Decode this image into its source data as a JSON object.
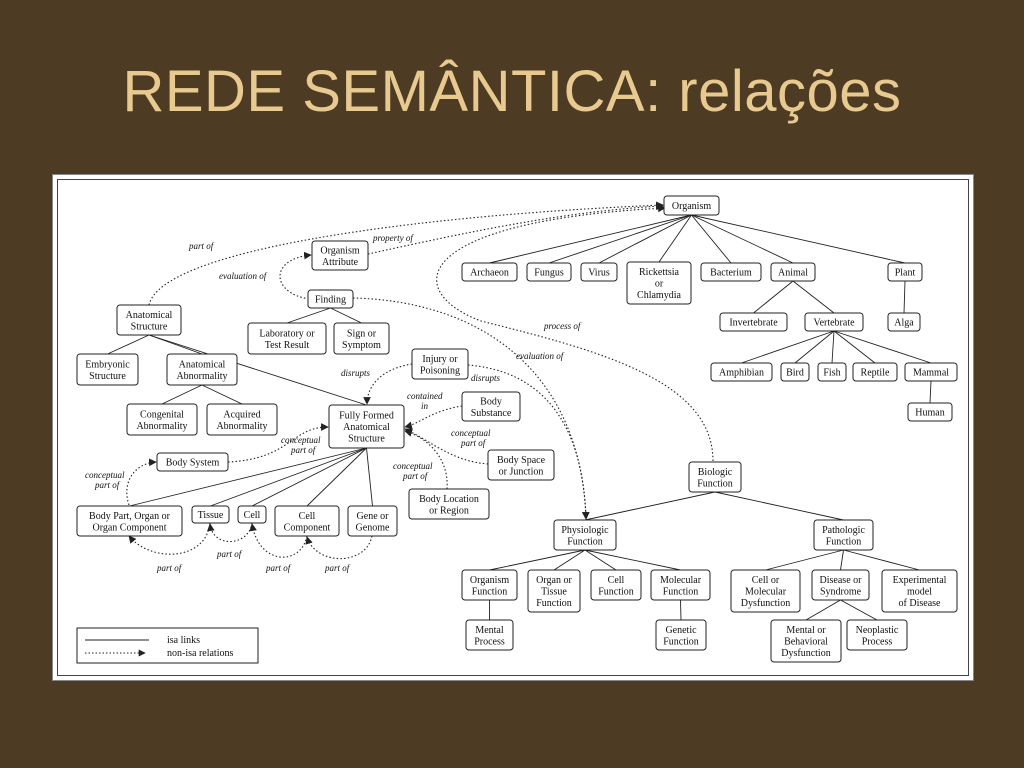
{
  "title": "REDE SEMÂNTICA: relações",
  "nodes": {
    "organism": [
      "Organism"
    ],
    "archaeon": [
      "Archaeon"
    ],
    "fungus": [
      "Fungus"
    ],
    "virus": [
      "Virus"
    ],
    "rickettsia": [
      "Rickettsia",
      "or",
      "Chlamydia"
    ],
    "bacterium": [
      "Bacterium"
    ],
    "animal": [
      "Animal"
    ],
    "plant": [
      "Plant"
    ],
    "invertebrate": [
      "Invertebrate"
    ],
    "vertebrate": [
      "Vertebrate"
    ],
    "alga": [
      "Alga"
    ],
    "amphibian": [
      "Amphibian"
    ],
    "bird": [
      "Bird"
    ],
    "fish": [
      "Fish"
    ],
    "reptile": [
      "Reptile"
    ],
    "mammal": [
      "Mammal"
    ],
    "human": [
      "Human"
    ],
    "organism-attribute": [
      "Organism",
      "Attribute"
    ],
    "finding": [
      "Finding"
    ],
    "lab-result": [
      "Laboratory  or",
      "Test Result"
    ],
    "sign-symptom": [
      "Sign or",
      "Symptom"
    ],
    "anatomical-structure": [
      "Anatomical",
      "Structure"
    ],
    "embryonic-structure": [
      "Embryonic",
      "Structure"
    ],
    "anatomical-abnormality": [
      "Anatomical",
      "Abnormality"
    ],
    "congenital-abnormality": [
      "Congenital",
      "Abnormality"
    ],
    "acquired-abnormality": [
      "Acquired",
      "Abnormality"
    ],
    "fully-formed": [
      "Fully Formed",
      "Anatomical",
      "Structure"
    ],
    "injury-poisoning": [
      "Injury or",
      "Poisoning"
    ],
    "body-substance": [
      "Body",
      "Substance"
    ],
    "body-space": [
      "Body Space",
      "or Junction"
    ],
    "body-location": [
      "Body Location",
      "or Region"
    ],
    "body-system": [
      "Body System"
    ],
    "body-part": [
      "Body Part, Organ or",
      "Organ Component"
    ],
    "tissue": [
      "Tissue"
    ],
    "cell": [
      "Cell"
    ],
    "cell-component": [
      "Cell",
      "Component"
    ],
    "gene-genome": [
      "Gene or",
      "Genome"
    ],
    "biologic-function": [
      "Biologic",
      "Function"
    ],
    "physiologic-function": [
      "Physiologic",
      "Function"
    ],
    "pathologic-function": [
      "Pathologic",
      "Function"
    ],
    "organism-function": [
      "Organism",
      "Function"
    ],
    "organ-tissue-function": [
      "Organ or",
      "Tissue",
      "Function"
    ],
    "cell-function": [
      "Cell",
      "Function"
    ],
    "molecular-function": [
      "Molecular",
      "Function"
    ],
    "mental-process": [
      "Mental",
      "Process"
    ],
    "genetic-function": [
      "Genetic",
      "Function"
    ],
    "cell-molecular-dysfunction": [
      "Cell or",
      "Molecular",
      "Dysfunction"
    ],
    "disease-syndrome": [
      "Disease or",
      "Syndrome"
    ],
    "experimental-model": [
      "Experimental",
      "model",
      "of Disease"
    ],
    "mental-behavioral-dysfunction": [
      "Mental or",
      "Behavioral",
      "Dysfunction"
    ],
    "neoplastic-process": [
      "Neoplastic",
      "Process"
    ]
  },
  "relation_labels": {
    "part_of_top": "part of",
    "property_of": "property of",
    "evaluation_of_finding": "evaluation of",
    "process_of": "process of",
    "evaluation_of_bio": "evaluation of",
    "disrupts_left": "disrupts",
    "disrupts_right": "disrupts",
    "contained_in": "contained in",
    "conceptual_part_of_space": "conceptual part of",
    "conceptual_part_of_location": "conceptual part of",
    "conceptual_part_of_system": "conceptual part of",
    "conceptual_part_of_bodypart": "conceptual part of",
    "part_of_b1": "part of",
    "part_of_b2": "part of",
    "part_of_b3": "part of",
    "part_of_b4": "part of"
  },
  "legend": {
    "isa": "isa links",
    "non_isa": "non-isa relations"
  }
}
